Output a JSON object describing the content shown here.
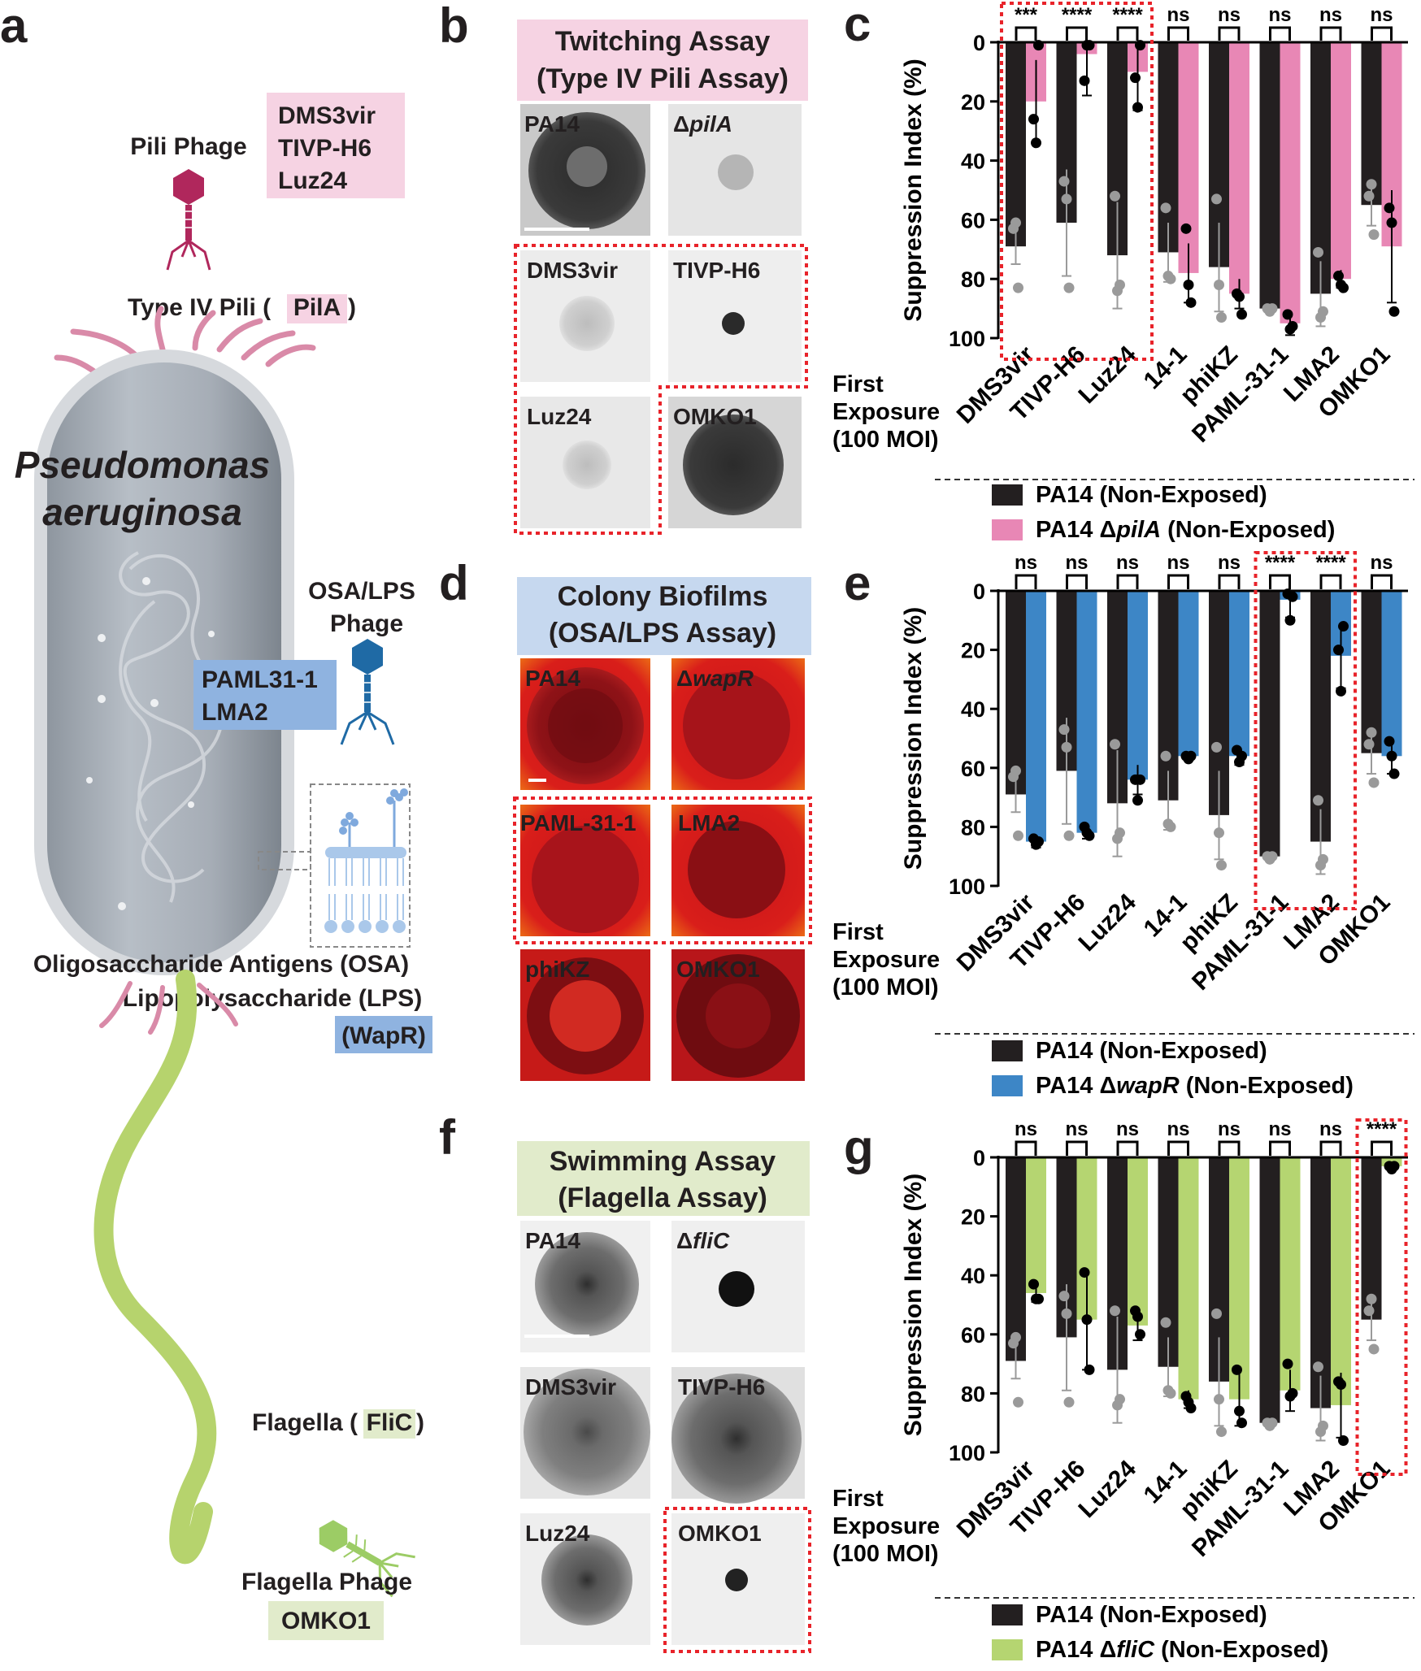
{
  "panel_labels": {
    "a": "a",
    "b": "b",
    "c": "c",
    "d": "d",
    "e": "e",
    "f": "f",
    "g": "g"
  },
  "schematic": {
    "species_line1": "Pseudomonas",
    "species_line2": "aeruginosa",
    "pili_phage_label": "Pili Phage",
    "pili_phage_names": [
      "DMS3vir",
      "TIVP-H6",
      "Luz24"
    ],
    "pili_receptor_prefix": "Type IV Pili (",
    "pili_receptor": "PilA",
    "pili_receptor_suffix": ")",
    "lps_phage_line1": "OSA/LPS",
    "lps_phage_line2": "Phage",
    "lps_phage_names": [
      "PAML31-1",
      "LMA2"
    ],
    "osa_label": "Oligosaccharide Antigens (OSA)",
    "lps_label": "Lipopolysaccharide (LPS)",
    "lps_receptor": "(WapR)",
    "flagella_prefix": "Flagella (",
    "flagella_receptor": "FliC",
    "flagella_suffix": ")",
    "flagella_phage_label": "Flagella Phage",
    "flagella_phage_name": "OMKO1",
    "colors": {
      "pili": "#f6d3e3",
      "lps": "#8fb3e0",
      "flagella": "#e1ebcb",
      "cell": "#b8bfc8",
      "pili_phage": "#b0275c",
      "lps_phage": "#1f6aa5",
      "flagella_phage": "#9ccc65"
    }
  },
  "panel_b": {
    "title_line1": "Twitching Assay",
    "title_line2": "(Type IV Pili Assay)",
    "tiles": [
      {
        "label": "PA14",
        "italic": false
      },
      {
        "label": "Δ",
        "italic_part": "pilA"
      },
      {
        "label": "DMS3vir"
      },
      {
        "label": "TIVP-H6"
      },
      {
        "label": "Luz24"
      },
      {
        "label": "OMKO1"
      }
    ]
  },
  "panel_d": {
    "title_line1": "Colony Biofilms",
    "title_line2": "(OSA/LPS Assay)",
    "tiles": [
      {
        "label": "PA14"
      },
      {
        "label": "Δ",
        "italic_part": "wapR"
      },
      {
        "label": "PAML-31-1"
      },
      {
        "label": "LMA2"
      },
      {
        "label": "phiKZ"
      },
      {
        "label": "OMKO1"
      }
    ]
  },
  "panel_f": {
    "title_line1": "Swimming Assay",
    "title_line2": "(Flagella Assay)",
    "tiles": [
      {
        "label": "PA14"
      },
      {
        "label": "Δ",
        "italic_part": "fliC"
      },
      {
        "label": "DMS3vir"
      },
      {
        "label": "TIVP-H6"
      },
      {
        "label": "Luz24"
      },
      {
        "label": "OMKO1"
      }
    ]
  },
  "chart_data": [
    {
      "panel": "c",
      "type": "bar",
      "ylabel": "Suppression Index (%)",
      "xlabel_lines": [
        "First",
        "Exposure",
        "(100 MOI)"
      ],
      "ylim": [
        0,
        100
      ],
      "y_inverted": true,
      "yticks": [
        0,
        20,
        40,
        60,
        80,
        100
      ],
      "categories": [
        "DMS3vir",
        "TIVP-H6",
        "Luz24",
        "14-1",
        "phiKZ",
        "PAML-31-1",
        "LMA2",
        "OMKO1"
      ],
      "series": [
        {
          "name": "PA14 (Non-Exposed)",
          "color": "#231f20",
          "values": [
            69,
            61,
            72,
            71,
            76,
            90,
            85,
            55
          ]
        },
        {
          "name_prefix": "PA14 Δ",
          "name_italic": "pilA",
          "name_suffix": " (Non-Exposed)",
          "color": "#e887b5",
          "values": [
            20,
            4,
            10,
            78,
            85,
            95,
            80,
            69
          ]
        }
      ],
      "significance": [
        "***",
        "****",
        "****",
        "ns",
        "ns",
        "ns",
        "ns",
        "ns"
      ],
      "highlighted_groups": [
        0,
        1,
        2
      ],
      "points": [
        [
          [
            63,
            61,
            83
          ],
          [
            26,
            34,
            1
          ]
        ],
        [
          [
            47,
            53,
            83
          ],
          [
            13,
            1,
            1
          ]
        ],
        [
          [
            52,
            84,
            82
          ],
          [
            12,
            22,
            1
          ]
        ],
        [
          [
            56,
            79,
            80
          ],
          [
            63,
            82,
            88
          ]
        ],
        [
          [
            53,
            82,
            93
          ],
          [
            85,
            86,
            92
          ]
        ],
        [
          [
            90,
            91,
            90
          ],
          [
            92,
            97,
            96
          ]
        ],
        [
          [
            71,
            93,
            91
          ],
          [
            79,
            82,
            83
          ]
        ],
        [
          [
            52,
            48,
            65
          ],
          [
            56,
            61,
            91
          ]
        ]
      ],
      "errors": [
        [
          6,
          14
        ],
        [
          18,
          14
        ],
        [
          18,
          13
        ],
        [
          10,
          10
        ],
        [
          15,
          5
        ],
        [
          1,
          4
        ],
        [
          11,
          3
        ],
        [
          7,
          19
        ]
      ]
    },
    {
      "panel": "e",
      "type": "bar",
      "ylabel": "Suppression Index (%)",
      "xlabel_lines": [
        "First",
        "Exposure",
        "(100 MOI)"
      ],
      "ylim": [
        0,
        100
      ],
      "y_inverted": true,
      "yticks": [
        0,
        20,
        40,
        60,
        80,
        100
      ],
      "categories": [
        "DMS3vir",
        "TIVP-H6",
        "Luz24",
        "14-1",
        "phiKZ",
        "PAML-31-1",
        "LMA2",
        "OMKO1"
      ],
      "series": [
        {
          "name": "PA14 (Non-Exposed)",
          "color": "#231f20",
          "values": [
            69,
            61,
            72,
            71,
            76,
            90,
            85,
            55
          ]
        },
        {
          "name_prefix": "PA14 Δ",
          "name_italic": "wapR",
          "name_suffix": " (Non-Exposed)",
          "color": "#3d86c6",
          "values": [
            85,
            82,
            64,
            56,
            56,
            3,
            22,
            56
          ]
        }
      ],
      "significance": [
        "ns",
        "ns",
        "ns",
        "ns",
        "ns",
        "****",
        "****",
        "ns"
      ],
      "highlighted_groups": [
        5,
        6
      ],
      "points": [
        [
          [
            63,
            61,
            83
          ],
          [
            84,
            86,
            85
          ]
        ],
        [
          [
            47,
            53,
            83
          ],
          [
            80,
            82,
            83
          ]
        ],
        [
          [
            52,
            84,
            82
          ],
          [
            64,
            71,
            64
          ]
        ],
        [
          [
            56,
            79,
            80
          ],
          [
            56,
            57,
            56
          ]
        ],
        [
          [
            53,
            82,
            93
          ],
          [
            54,
            58,
            56
          ]
        ],
        [
          [
            90,
            91,
            90
          ],
          [
            1,
            10,
            2
          ]
        ],
        [
          [
            71,
            93,
            91
          ],
          [
            20,
            34,
            12
          ]
        ],
        [
          [
            52,
            48,
            65
          ],
          [
            51,
            56,
            62
          ]
        ]
      ],
      "errors": [
        [
          6,
          2
        ],
        [
          18,
          2
        ],
        [
          18,
          5
        ],
        [
          10,
          1
        ],
        [
          15,
          3
        ],
        [
          1,
          6
        ],
        [
          11,
          11
        ],
        [
          7,
          6
        ]
      ]
    },
    {
      "panel": "g",
      "type": "bar",
      "ylabel": "Suppression Index (%)",
      "xlabel_lines": [
        "First",
        "Exposure",
        "(100 MOI)"
      ],
      "ylim": [
        0,
        100
      ],
      "y_inverted": true,
      "yticks": [
        0,
        20,
        40,
        60,
        80,
        100
      ],
      "categories": [
        "DMS3vir",
        "TIVP-H6",
        "Luz24",
        "14-1",
        "phiKZ",
        "PAML-31-1",
        "LMA2",
        "OMKO1"
      ],
      "series": [
        {
          "name": "PA14 (Non-Exposed)",
          "color": "#231f20",
          "values": [
            69,
            61,
            72,
            71,
            76,
            90,
            85,
            55
          ]
        },
        {
          "name_prefix": "PA14 Δ",
          "name_italic": "fliC",
          "name_suffix": " (Non-Exposed)",
          "color": "#b5d571",
          "values": [
            46,
            55,
            57,
            82,
            82,
            79,
            84,
            3
          ]
        }
      ],
      "significance": [
        "ns",
        "ns",
        "ns",
        "ns",
        "ns",
        "ns",
        "ns",
        "****"
      ],
      "highlighted_groups": [
        7
      ],
      "points": [
        [
          [
            63,
            61,
            83
          ],
          [
            43,
            48,
            48
          ]
        ],
        [
          [
            47,
            53,
            83
          ],
          [
            39,
            55,
            72
          ]
        ],
        [
          [
            52,
            84,
            82
          ],
          [
            52,
            54,
            60
          ]
        ],
        [
          [
            56,
            79,
            80
          ],
          [
            81,
            83,
            85
          ]
        ],
        [
          [
            53,
            82,
            93
          ],
          [
            72,
            86,
            90
          ]
        ],
        [
          [
            90,
            91,
            90
          ],
          [
            70,
            81,
            80
          ]
        ],
        [
          [
            71,
            93,
            91
          ],
          [
            76,
            77,
            96
          ]
        ],
        [
          [
            52,
            48,
            65
          ],
          [
            3,
            4,
            3
          ]
        ]
      ],
      "errors": [
        [
          6,
          3
        ],
        [
          18,
          17
        ],
        [
          18,
          5
        ],
        [
          10,
          3
        ],
        [
          15,
          9
        ],
        [
          1,
          7
        ],
        [
          11,
          11
        ],
        [
          7,
          1
        ]
      ]
    }
  ]
}
